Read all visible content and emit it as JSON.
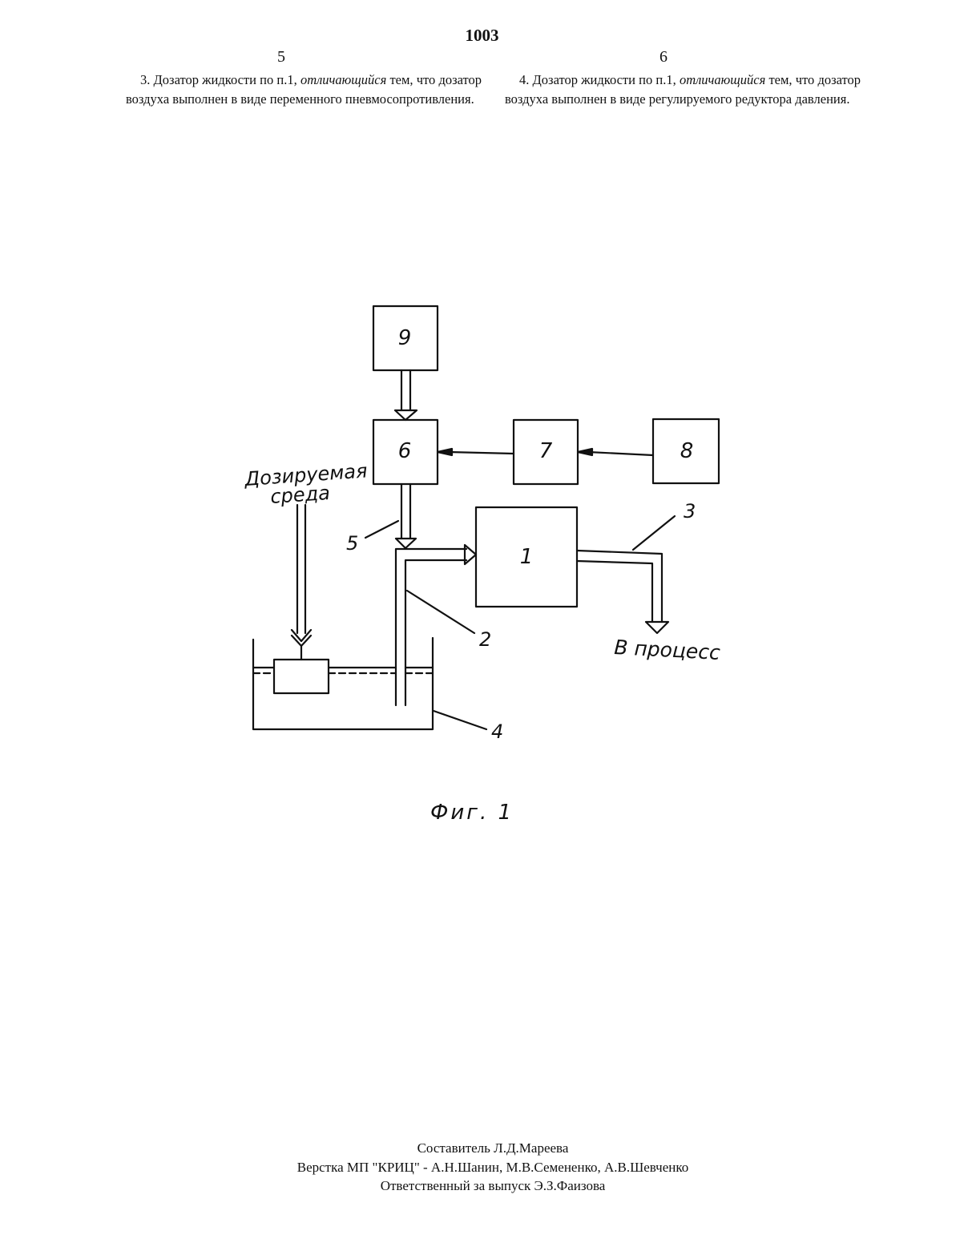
{
  "header": {
    "page_number": "1003",
    "left_column_number": "5",
    "right_column_number": "6"
  },
  "claims": {
    "left": {
      "prefix": "3. Дозатор жидкости по п.1,",
      "emphasis": "отличающийся",
      "suffix": "тем, что дозатор воздуха выполнен в виде переменного пневмосопротивления."
    },
    "right": {
      "prefix": "4. Дозатор жидкости по п.1,",
      "emphasis": "отличающийся",
      "suffix": "тем, что дозатор воздуха выполнен в виде регулируемого редуктора давления."
    }
  },
  "figure": {
    "blocks": {
      "b9": "9",
      "b6": "6",
      "b7": "7",
      "b8": "8",
      "b1": "1"
    },
    "labels": {
      "medium_line1": "Дозируемая",
      "medium_line2": "среда",
      "ref_5": "5",
      "ref_3": "3",
      "ref_2": "2",
      "ref_4": "4",
      "to_process": "В процесс"
    },
    "caption": "Фиг. 1"
  },
  "footer": {
    "compiler": "Составитель Л.Д.Мареева",
    "layout": "Верстка МП \"КРИЦ\" - А.Н.Шанин, М.В.Семененко, А.В.Шевченко",
    "responsible": "Ответственный за выпуск Э.З.Фаизова"
  }
}
